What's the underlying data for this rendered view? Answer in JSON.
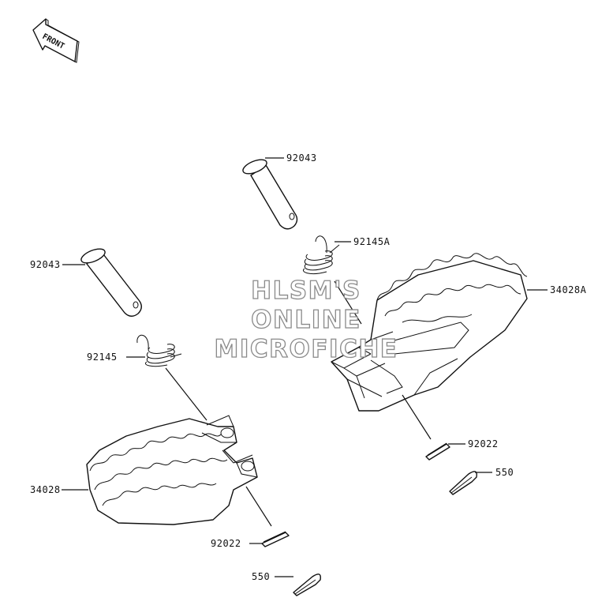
{
  "front_label": "FRONT",
  "watermark": [
    "HLSM'S",
    "ONLINE",
    "MICROFICHE"
  ],
  "parts": {
    "pin_right": "92043",
    "pin_left": "92043",
    "spring_right": "92145A",
    "spring_left": "92145",
    "footpeg_right": "34028A",
    "footpeg_left": "34028",
    "washer_right": "92022",
    "washer_left": "92022",
    "cotter_right": "550",
    "cotter_left": "550"
  }
}
